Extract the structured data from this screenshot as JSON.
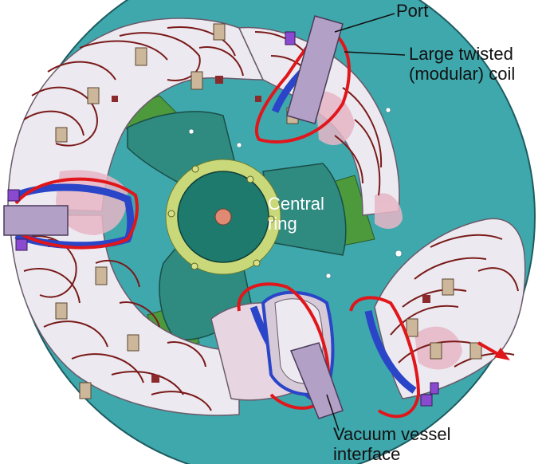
{
  "labels": {
    "port": "Port",
    "coil_line1": "Large twisted",
    "coil_line2": "(modular) coil",
    "ring_line1": "Central",
    "ring_line2": "ring",
    "vv_line1": "Vacuum vessel",
    "vv_line2": "interface"
  },
  "colors": {
    "base_plate": "#3fa8ad",
    "central_ring": "#1e7a6c",
    "inner_ring": "#c9d97a",
    "hub": "#e08a74",
    "spokes": "#2f8a80",
    "spoke_pads": "#4d9a3d",
    "vessel": "#eceaf0",
    "vessel_shadow": "#d6c9d8",
    "windings": "#7a1a1a",
    "coil": "#e0161b",
    "flange": "#2a45c8",
    "port_box": "#b3a0c6",
    "arrow": "#e0161b"
  }
}
